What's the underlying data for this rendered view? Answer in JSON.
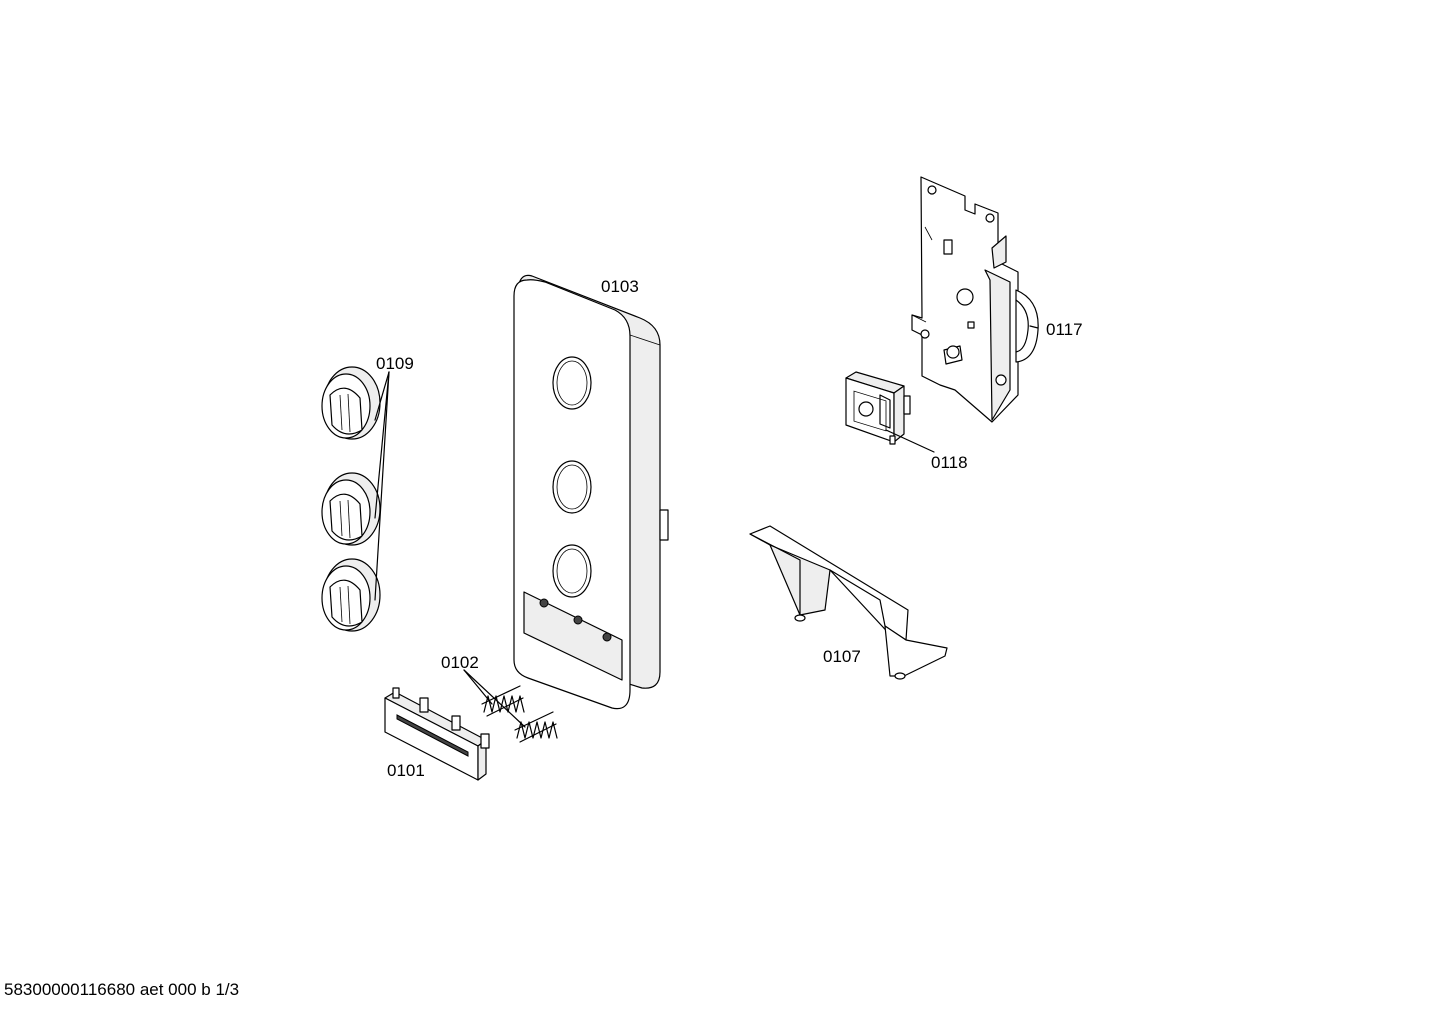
{
  "labels": {
    "p0101": "0101",
    "p0102": "0102",
    "p0103": "0103",
    "p0107": "0107",
    "p0109": "0109",
    "p0117": "0117",
    "p0118": "0118"
  },
  "footer": {
    "text": "58300000116680 aet 000 b 1/3"
  }
}
